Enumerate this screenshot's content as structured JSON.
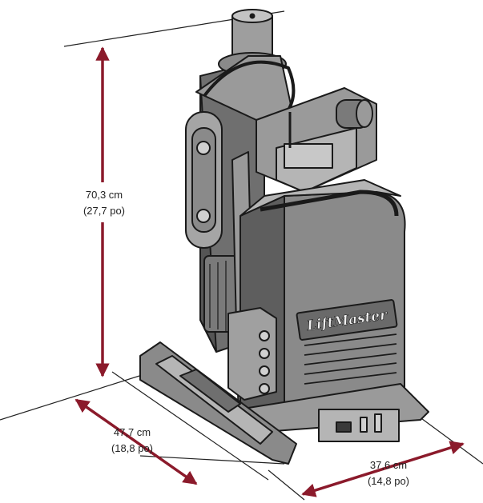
{
  "diagram": {
    "brand_logo": "LiftMaster",
    "dimensions": {
      "height": {
        "metric": "70,3 cm",
        "imperial": "(27,7 po)"
      },
      "depth": {
        "metric": "47,7 cm",
        "imperial": "(18,8 po)"
      },
      "width": {
        "metric": "37,6 cm",
        "imperial": "(14,8 po)"
      }
    }
  },
  "colors": {
    "arrow": "#8b1a2b",
    "body_fill": "#8a8a8a",
    "body_dark": "#5e5e5e",
    "body_light": "#b5b5b5",
    "outline": "#1a1a1a",
    "guide_line": "#222222"
  }
}
